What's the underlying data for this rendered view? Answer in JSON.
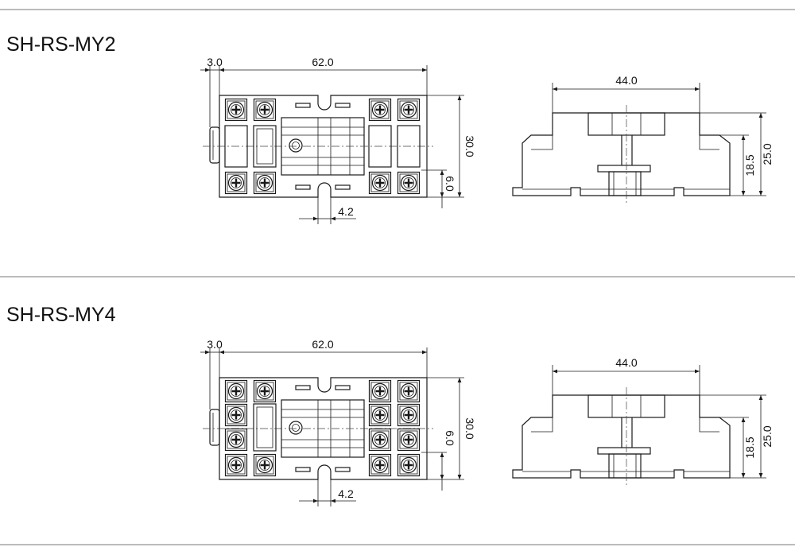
{
  "sections": [
    {
      "title": "SH-RS-MY2",
      "top_view": {
        "dim_offset": "3.0",
        "dim_length": "62.0",
        "dim_height": "30.0",
        "dim_pitch": "6.0",
        "dim_slot": "4.2"
      },
      "side_view": {
        "dim_width": "44.0",
        "dim_total_height": "25.0",
        "dim_rail_height": "18.5"
      }
    },
    {
      "title": "SH-RS-MY4",
      "top_view": {
        "dim_offset": "3.0",
        "dim_length": "62.0",
        "dim_height": "30.0",
        "dim_pitch": "6.0",
        "dim_slot": "4.2"
      },
      "side_view": {
        "dim_width": "44.0",
        "dim_total_height": "25.0",
        "dim_rail_height": "18.5"
      }
    }
  ]
}
